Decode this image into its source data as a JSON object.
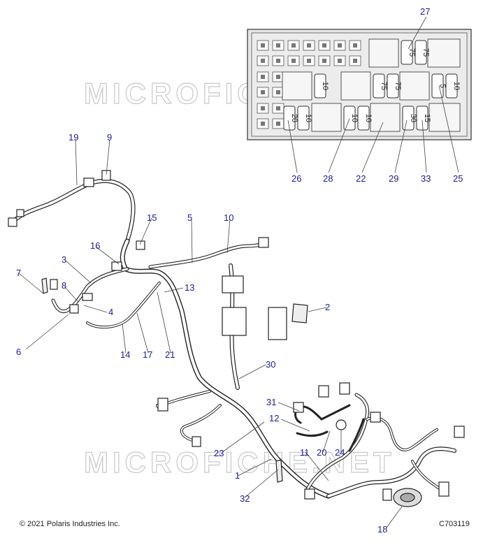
{
  "watermark": "MICROFICHE.NET",
  "fuse_ratings": [
    "75",
    "75",
    "10",
    "75",
    "75",
    "5",
    "10",
    "20",
    "10",
    "10",
    "10",
    "30",
    "15"
  ],
  "callouts": [
    "1",
    "2",
    "3",
    "4",
    "5",
    "6",
    "7",
    "8",
    "9",
    "10",
    "11",
    "12",
    "13",
    "14",
    "15",
    "16",
    "17",
    "18",
    "19",
    "20",
    "21",
    "22",
    "23",
    "24",
    "25",
    "26",
    "27",
    "28",
    "29",
    "30",
    "31",
    "32",
    "33"
  ],
  "footer": {
    "copyright": "© 2021 Polaris Industries Inc.",
    "figure_code": "C703119"
  }
}
